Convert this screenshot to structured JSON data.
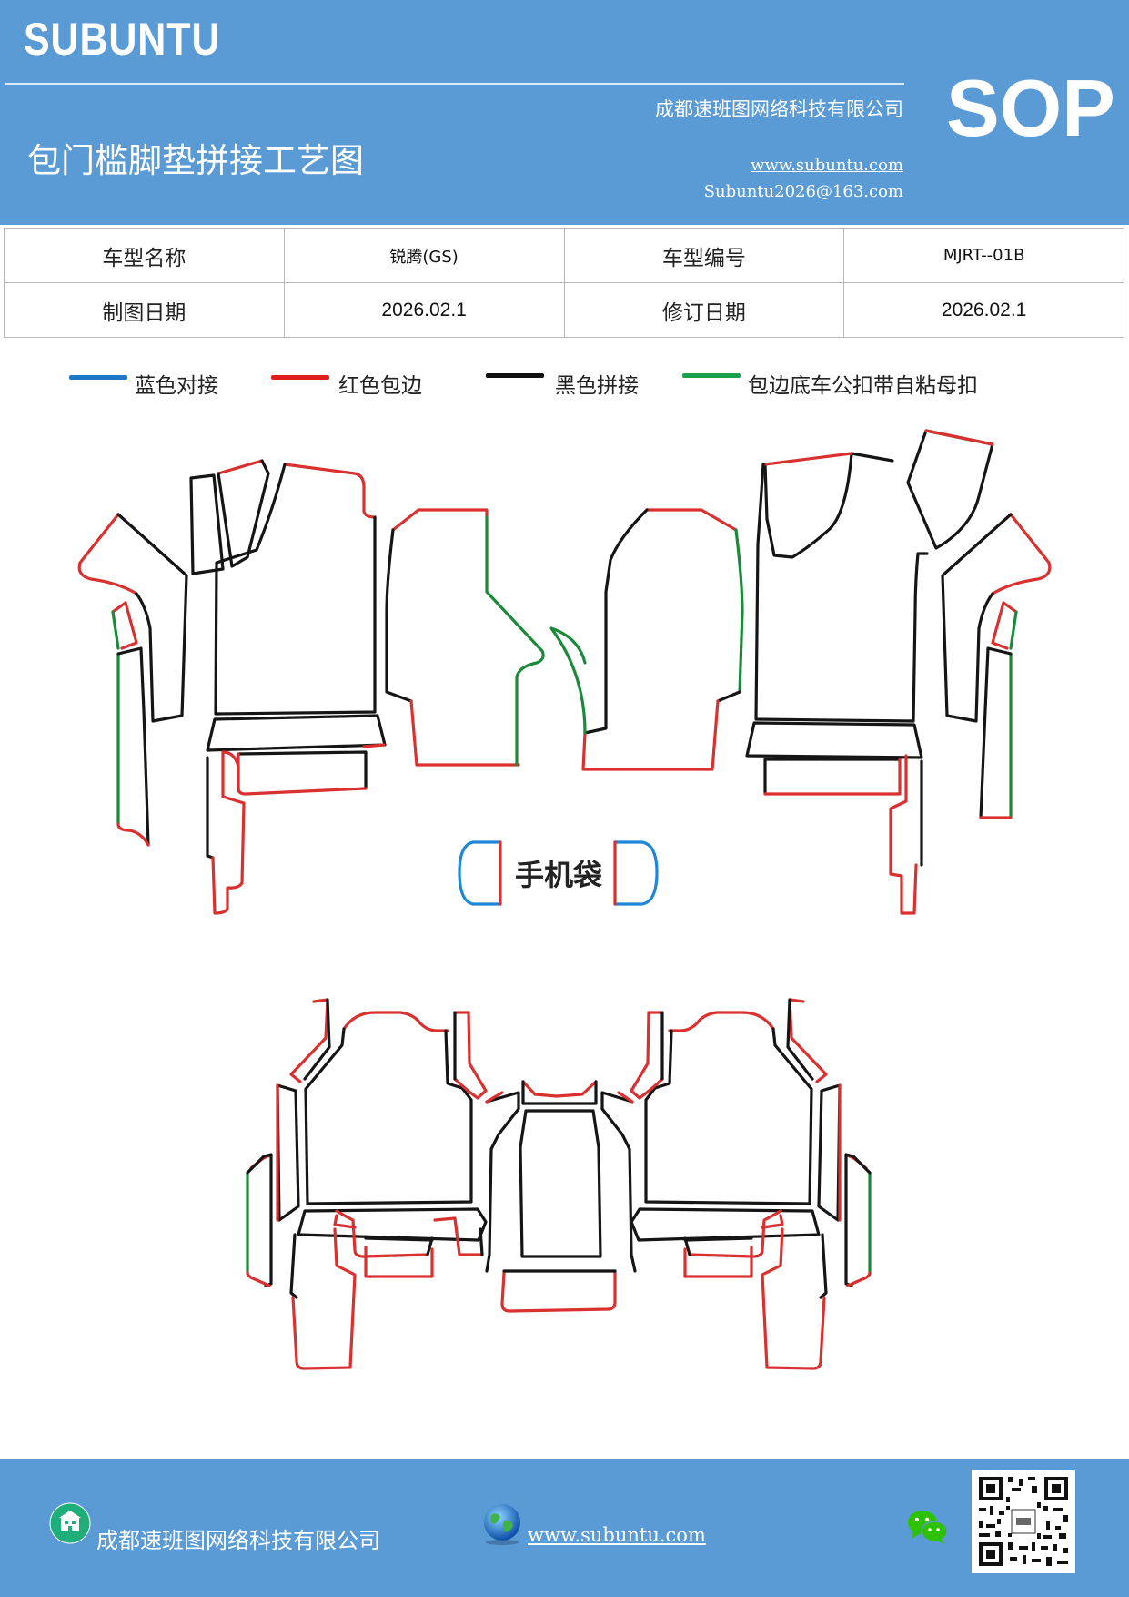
{
  "header": {
    "brand": "SUBUNTU",
    "badge": "SOP",
    "company": "成都速班图网络科技有限公司",
    "title": "包门槛脚垫拼接工艺图",
    "website": "www.subuntu.com",
    "email": "Subuntu2026@163.com"
  },
  "info_table": {
    "rows": [
      {
        "label1": "车型名称",
        "value1": "锐腾(GS)",
        "label2": "车型编号",
        "value2": "MJRT--01B"
      },
      {
        "label1": "制图日期",
        "value1": "2026.02.1",
        "label2": "修订日期",
        "value2": "2026.02.1"
      }
    ]
  },
  "legend": [
    {
      "label": "蓝色对接",
      "color": "#1f77c8"
    },
    {
      "label": "红色包边",
      "color": "#e01e1e"
    },
    {
      "label": "黑色拼接",
      "color": "#111111"
    },
    {
      "label": "包边底车公扣带自粘母扣",
      "color": "#1aa04a"
    }
  ],
  "diagram": {
    "center_label": "手机袋",
    "colors": {
      "blue": "#1f87d6",
      "red": "#d93030",
      "black": "#151515",
      "green": "#1a8a3a"
    }
  },
  "footer": {
    "company": "成都速班图网络科技有限公司",
    "website": "www.subuntu.com",
    "icons": [
      "building-icon",
      "globe-icon",
      "wechat-icon",
      "qr-code"
    ]
  }
}
